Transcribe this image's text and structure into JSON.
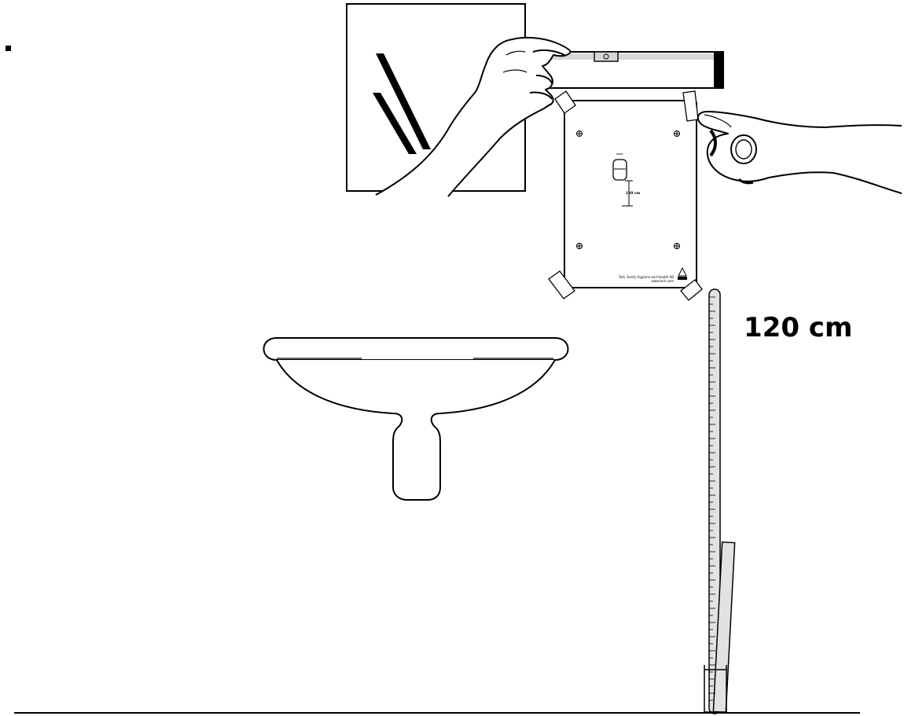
{
  "measurement_label": "120 cm",
  "template": {
    "height_marker_label": "120 cm",
    "footer_line1": "Tork, Essity Hygiene and Health AB",
    "footer_line2": "www.tork.com"
  }
}
